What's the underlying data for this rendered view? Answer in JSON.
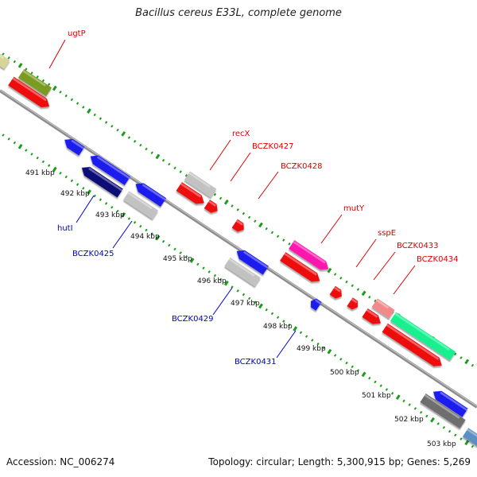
{
  "title": "Bacillus cereus E33L, complete genome",
  "footer": {
    "accession_label": "Accession:",
    "accession_value": "NC_006274",
    "topology_label": "Topology:",
    "topology_value": "circular;",
    "length_label": "Length:",
    "length_value": "5,300,915 bp;",
    "genes_label": "Genes:",
    "genes_value": "5,269"
  },
  "colors": {
    "backbone": "#8c8c8c",
    "tick": "#1a9e1a",
    "forward_label": "#dd0000",
    "reverse_label": "#0000cc",
    "scale_label": "#111111"
  },
  "scale_labels": [
    "491 kbp",
    "492 kbp",
    "493 kbp",
    "494 kbp",
    "495 kbp",
    "496 kbp",
    "497 kbp",
    "498 kbp",
    "499 kbp",
    "500 kbp",
    "501 kbp",
    "502 kbp",
    "503 kbp"
  ],
  "forward_gene_labels": [
    "ugtP",
    "recX",
    "BCZK0427",
    "BCZK0428",
    "mutY",
    "sspE",
    "BCZK0433",
    "BCZK0434"
  ],
  "reverse_gene_labels": [
    "hutI",
    "BCZK0425",
    "BCZK0429",
    "BCZK0431"
  ],
  "gene_colors": {
    "olive": "#7a9a22",
    "khaki": "#d6d496",
    "red": "#ee1111",
    "blue": "#1c1cee",
    "navy": "#101077",
    "silver": "#c2c2c2",
    "magenta": "#ff19ad",
    "pink": "#f18a8a",
    "mint": "#12f08e",
    "darkgrey": "#6e6e6e",
    "steelblue": "#5b8fc4"
  }
}
